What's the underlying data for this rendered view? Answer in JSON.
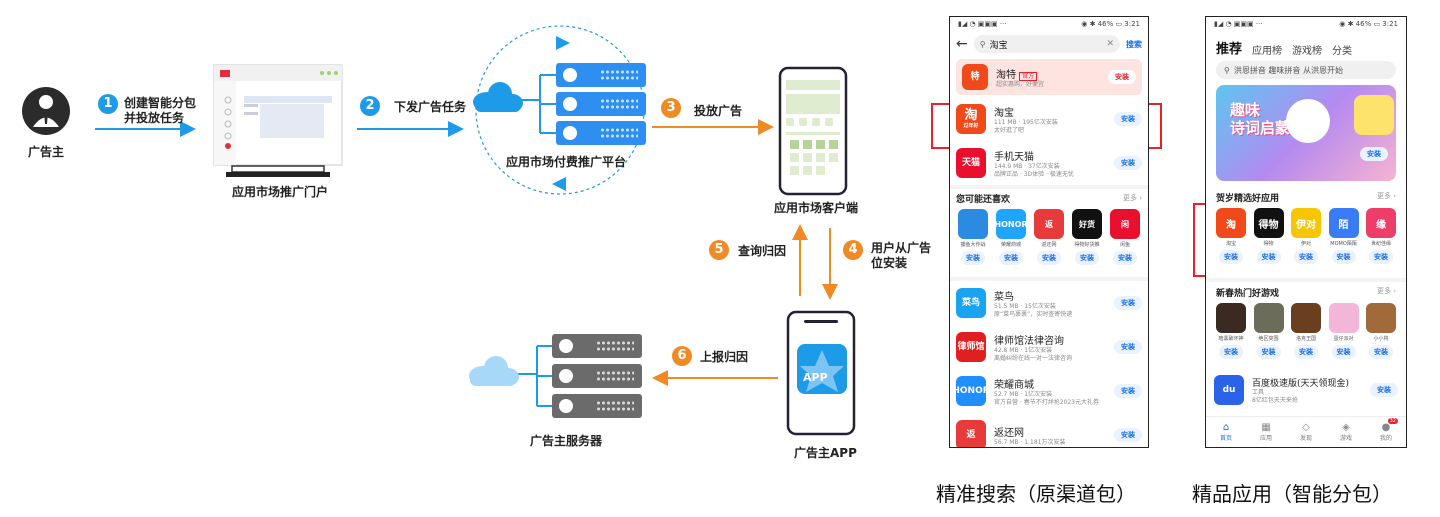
{
  "labels": {
    "advertiser": "广告主",
    "portal": "应用市场推广门户",
    "platform": "应用市场付费推广平台",
    "client": "应用市场客户端",
    "server": "广告主服务器",
    "app": "广告主APP",
    "app_icon_text": "APP"
  },
  "steps": [
    {
      "num": "1",
      "text": "创建智能分包\n并投放任务"
    },
    {
      "num": "2",
      "text": "下发广告任务"
    },
    {
      "num": "3",
      "text": "投放广告"
    },
    {
      "num": "4",
      "text": "用户从广告\n位安装"
    },
    {
      "num": "5",
      "text": "查询归因"
    },
    {
      "num": "6",
      "text": "上报归因"
    }
  ],
  "phone1": {
    "status_left": "▮◢ ◔ ▣▣▣ ···",
    "status_right": "◉ ✱ 46% ▭ 3:21",
    "search_text": "淘宝",
    "search_button": "搜索",
    "top_app": {
      "name": "淘特",
      "tag": "官方",
      "meta": "超实惠购，好便宜",
      "button": "安装"
    },
    "results": [
      {
        "name": "淘宝",
        "meta": "111 MB · 195亿次安装",
        "desc": "太好逛了吧",
        "button": "安装",
        "icon": "淘",
        "icon_sub": "过年好",
        "color": "#f04a1a"
      },
      {
        "name": "手机天猫",
        "meta": "144.9 MB · 37亿次安装",
        "desc": "品牌正品 · 3D体验 · 极速无忧",
        "button": "安装",
        "icon": "天猫",
        "icon_sub": "",
        "color": "#e8102c"
      }
    ],
    "section_title": "您可能还喜欢",
    "section_more": "更多 ›",
    "grid": [
      {
        "name": "捕鱼大作战",
        "button": "安装",
        "color": "#2a8be0",
        "icon": ""
      },
      {
        "name": "荣耀商城",
        "button": "安装",
        "color": "#1fa5ff",
        "icon": "HONOR"
      },
      {
        "name": "返还网",
        "button": "安装",
        "color": "#e83a3a",
        "icon": "返"
      },
      {
        "name": "得物好货推",
        "button": "安装",
        "color": "#111111",
        "icon": "好货"
      },
      {
        "name": "闲鱼",
        "button": "安装",
        "color": "#e8102c",
        "icon": "闲"
      }
    ],
    "list": [
      {
        "name": "菜鸟",
        "meta": "51.5 MB · 15亿次安装",
        "desc": "原“菜鸟裹裹”，实时查寄快递",
        "button": "安装",
        "icon": "菜鸟",
        "color": "#1aa3f0"
      },
      {
        "name": "律师馆法律咨询",
        "meta": "42.8 MB · 1亿次安装",
        "desc": "离婚纠纷在线一对一法律咨询",
        "button": "安装",
        "icon": "律师馆",
        "color": "#e02020"
      },
      {
        "name": "荣耀商城",
        "meta": "52.7 MB · 1亿次安装",
        "desc": "官方自营 · 春节不打烊抢2023元大礼券",
        "button": "安装",
        "icon": "HONOR",
        "color": "#1f8fff"
      },
      {
        "name": "返还网",
        "meta": "56.7 MB · 1.181万次安装",
        "desc": "",
        "button": "安装",
        "icon": "返",
        "color": "#e83a3a"
      }
    ]
  },
  "phone2": {
    "status_left": "▮◢ ◔ ▣▣▣ ···",
    "status_right": "◉ ✱ 46% ▭ 3:21",
    "tabs": [
      "推荐",
      "应用榜",
      "游戏榜",
      "分类"
    ],
    "search_placeholder": "洪恩拼音 趣味拼音 从洪恩开始",
    "banner_title": "趣味\n诗词启蒙",
    "banner_button": "安装",
    "section1_title": "贺岁精选好应用",
    "section1_more": "更多 ›",
    "apps1": [
      {
        "name": "淘宝",
        "button": "安装",
        "icon": "淘",
        "color": "#f04a1a"
      },
      {
        "name": "得物",
        "button": "安装",
        "icon": "得物",
        "color": "#111111"
      },
      {
        "name": "伊对",
        "button": "安装",
        "icon": "伊对",
        "color": "#f7c600"
      },
      {
        "name": "MOMO陌陌",
        "button": "安装",
        "icon": "陌",
        "color": "#3a7cf5"
      },
      {
        "name": "世纪佳缘",
        "button": "安装",
        "icon": "缘",
        "color": "#ef3d6a"
      }
    ],
    "section2_title": "新春热门好游戏",
    "section2_more": "更多 ›",
    "apps2": [
      {
        "name": "暗黑破坏神",
        "button": "安装",
        "color": "#3a2a22"
      },
      {
        "name": "绝区突围",
        "button": "安装",
        "color": "#6b6d5a"
      },
      {
        "name": "洛克王国",
        "button": "安装",
        "color": "#6a3f1f"
      },
      {
        "name": "蛋仔派对",
        "button": "安装",
        "color": "#f3b6d8"
      },
      {
        "name": "小小将",
        "button": "安装",
        "color": "#a06a3a"
      }
    ],
    "feature": {
      "name": "百度极速版(天天领现金)",
      "meta": "工具",
      "desc": "8亿红包天天来抢",
      "button": "安装",
      "icon": "du"
    },
    "nav": [
      "首页",
      "应用",
      "发现",
      "游戏",
      "我的"
    ],
    "nav_badge": "32"
  },
  "captions": {
    "left": "精准搜索（原渠道包）",
    "right": "精品应用（智能分包）"
  },
  "colors": {
    "blue": "#1e9be8",
    "orange": "#f08a24",
    "highlight": "#e8212a",
    "install_text": "#1b6fe8"
  }
}
